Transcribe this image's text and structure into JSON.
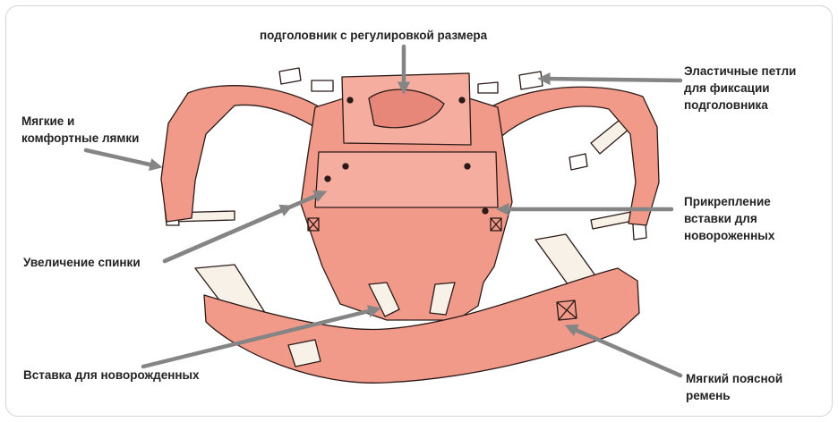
{
  "colors": {
    "fabric": "#f19a8a",
    "fabric_light": "#f4ad9f",
    "fabric_shadow": "#e7877a",
    "outline": "#2b1a17",
    "arrow": "#858585",
    "strap_cream": "#f7f1e8",
    "label_text": "#222222"
  },
  "labels": {
    "headrest": "подголовник с регулировкой размера",
    "elastic_loops": "Эластичные петли\nдля фиксации\nподголовника",
    "soft_straps": "Мягкие и\nкомфортные лямки",
    "newborn_attach": "Прикрепление\nвставки для\nновороженных",
    "back_extension": "Увеличение спинки",
    "newborn_insert": "Вставка для новорожденных",
    "waist_belt": "Мягкий поясной\nремень"
  },
  "icons": {
    "arrows": "gray-pointer-arrow"
  }
}
